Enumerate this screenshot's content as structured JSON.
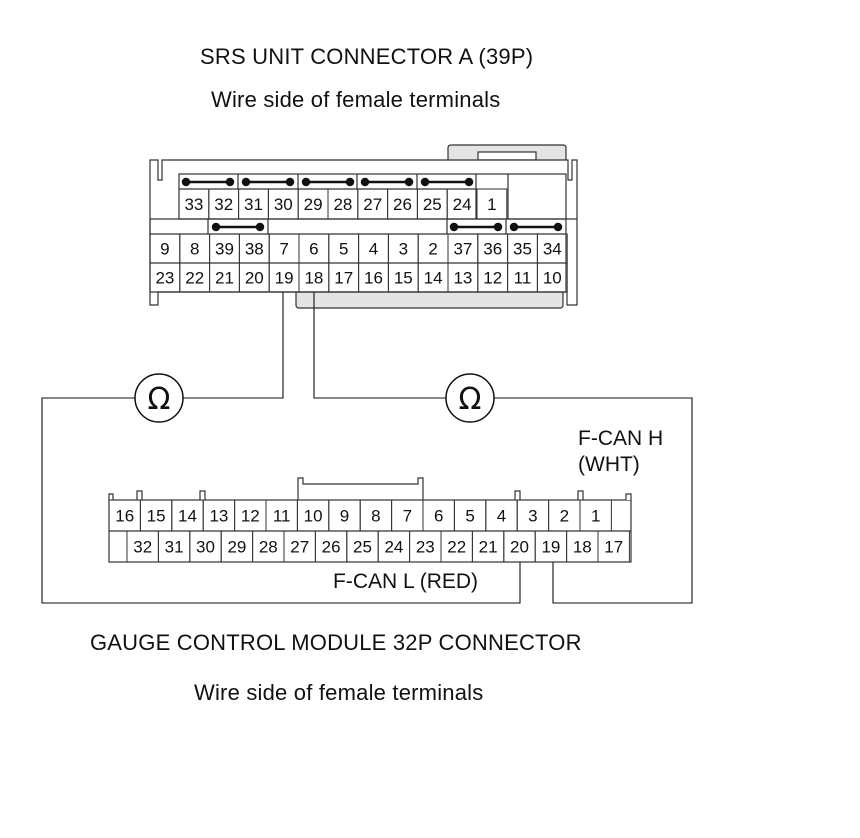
{
  "srs_connector": {
    "title": "SRS UNIT CONNECTOR A (39P)",
    "subtitle": "Wire side of female terminals",
    "rows": [
      [
        "33",
        "32",
        "31",
        "30",
        "29",
        "28",
        "27",
        "26",
        "25",
        "24",
        "1"
      ],
      [
        "9",
        "8",
        "39",
        "38",
        "7",
        "6",
        "5",
        "4",
        "3",
        "2",
        "37",
        "36",
        "35",
        "34"
      ],
      [
        "23",
        "22",
        "21",
        "20",
        "19",
        "18",
        "17",
        "16",
        "15",
        "14",
        "13",
        "12",
        "11",
        "10"
      ]
    ]
  },
  "gauge_connector": {
    "title": "GAUGE CONTROL MODULE 32P CONNECTOR",
    "subtitle": "Wire side of female terminals",
    "rows": [
      [
        "16",
        "15",
        "14",
        "13",
        "12",
        "11",
        "10",
        "9",
        "8",
        "7",
        "6",
        "5",
        "4",
        "3",
        "2",
        "1"
      ],
      [
        "32",
        "31",
        "30",
        "29",
        "28",
        "27",
        "26",
        "25",
        "24",
        "23",
        "22",
        "21",
        "20",
        "19",
        "18",
        "17"
      ]
    ]
  },
  "meters": [
    {
      "symbol": "Ω",
      "name": "ohmmeter-left"
    },
    {
      "symbol": "Ω",
      "name": "ohmmeter-right"
    }
  ],
  "wire_labels": {
    "fcan_h_line1": "F-CAN H",
    "fcan_h_line2": "(WHT)",
    "fcan_l": "F-CAN L (RED)"
  }
}
